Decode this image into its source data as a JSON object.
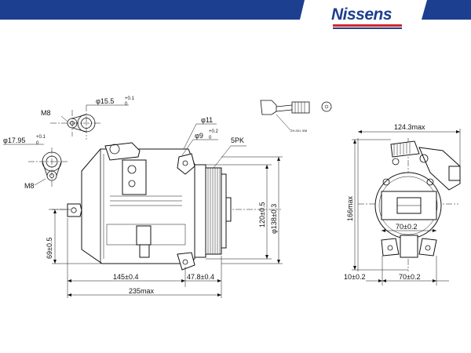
{
  "brand": {
    "name": "Nissens",
    "colors": {
      "navy": "#1d3f8f",
      "red": "#d2262b"
    }
  },
  "labels": {
    "m8_top": "M8",
    "m8_bottom": "M8",
    "dia_15_5": "φ15.5",
    "dia_15_5_tol_upper": "+0.1",
    "dia_15_5_tol_lower": "0",
    "dia_17_95": "φ17.95",
    "dia_17_95_tol_upper": "+0.1",
    "dia_17_95_tol_lower": "0",
    "dia_11": "φ11",
    "dia_9": "φ9",
    "dia_9_tol_upper": "+0.2",
    "dia_9_tol_lower": "0",
    "belt": "5PK",
    "part_number": "ZH-001 308",
    "dim_145": "145±0.4",
    "dim_47_8": "47.8±0.4",
    "dim_235": "235max",
    "dim_69": "69±0.5",
    "dim_120": "120±0.5",
    "dim_138": "φ138±0.3",
    "dim_124_3": "124.3max",
    "dim_166": "166max",
    "dim_70_inner": "70±0.2",
    "dim_10": "10±0.2",
    "dim_70_bottom": "70±0.2"
  }
}
